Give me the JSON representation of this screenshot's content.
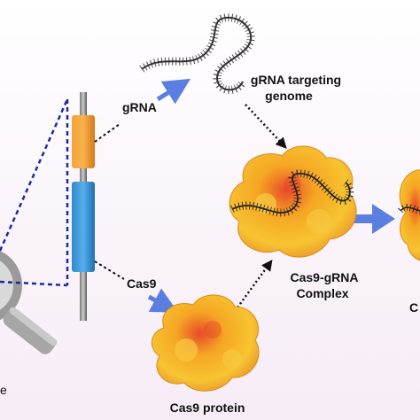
{
  "labels": {
    "grna": "gRNA",
    "grna_targeting_line1": "gRNA targeting",
    "grna_targeting_line2": "genome",
    "cas9": "Cas9",
    "complex_line1": "Cas9-gRNA",
    "complex_line2": "Complex",
    "cas9_protein": "Cas9 protein",
    "edge_fragment": "C",
    "edge_fragment_left": "e"
  },
  "colors": {
    "grna_segment": "#f7941d",
    "cas9_segment": "#2a8fd6",
    "dashed_lines": "#1a2b9c",
    "arrow": "#5b7fe0",
    "protein": "#f5a623",
    "protein_core": "#e4572e",
    "rna_strand": "#333333"
  },
  "icons": [
    "magnifier-icon",
    "dna-segment-icon",
    "rna-strand-icon",
    "protein-blob-icon",
    "arrow-icon"
  ]
}
